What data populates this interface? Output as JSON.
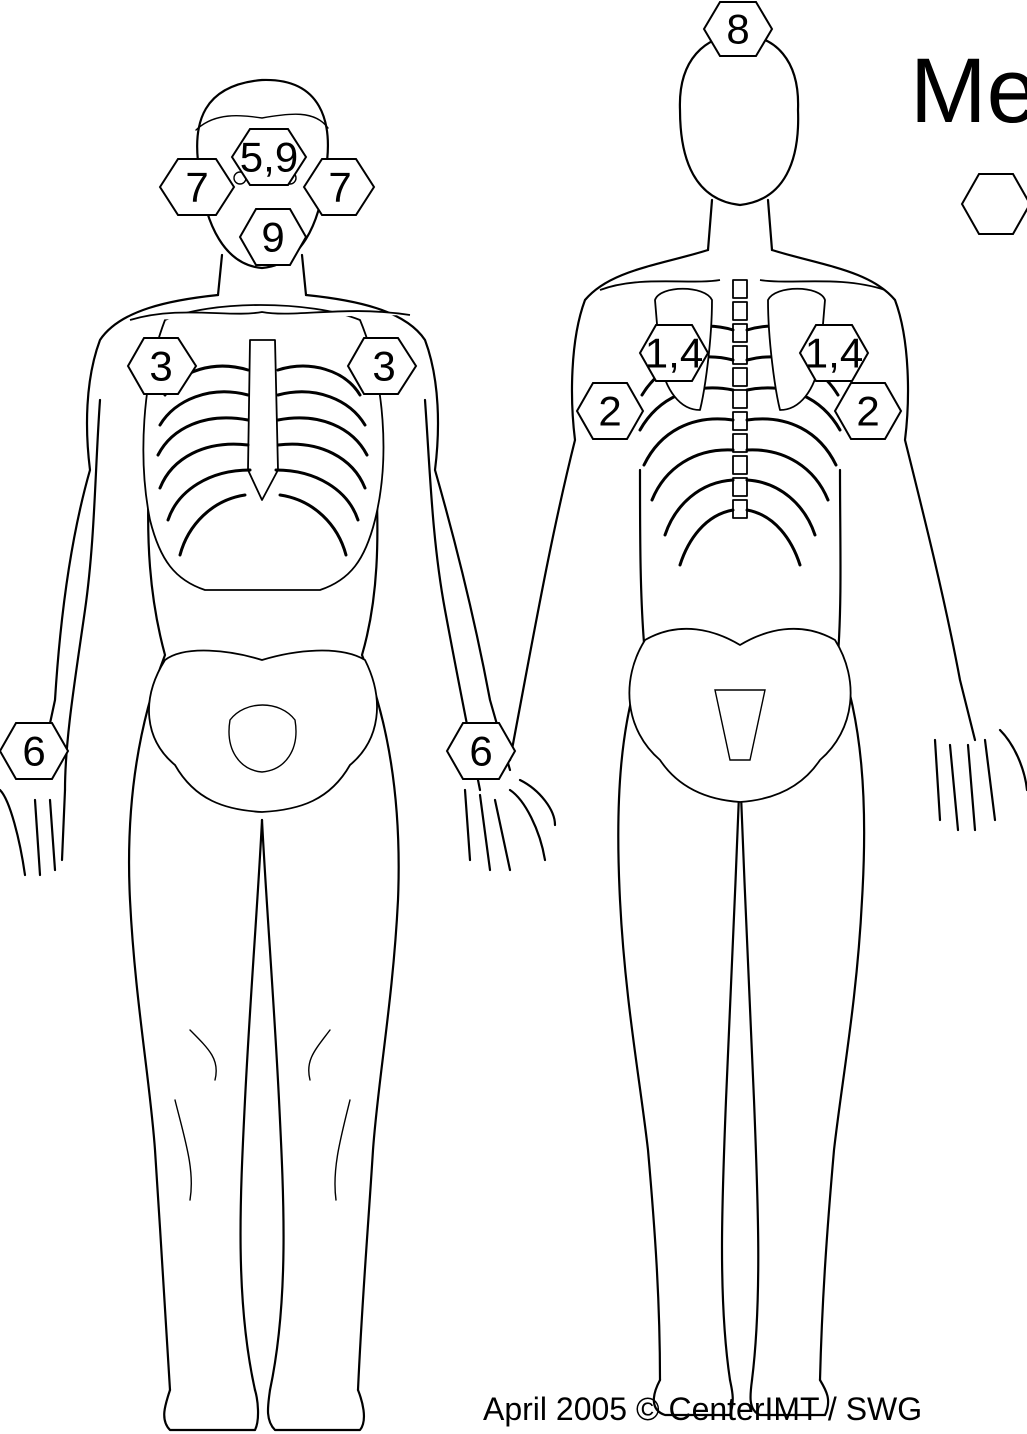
{
  "title": "Me",
  "footer": "April 2005 © CenterIMT / SWG",
  "legend_marker_label": "",
  "markers": [
    {
      "id": "front-head-left-7",
      "label": "7"
    },
    {
      "id": "front-eyes-5-9",
      "label": "5,9"
    },
    {
      "id": "front-head-right-7",
      "label": "7"
    },
    {
      "id": "front-mouth-9",
      "label": "9"
    },
    {
      "id": "front-shoulder-left-3",
      "label": "3"
    },
    {
      "id": "front-shoulder-right-3",
      "label": "3"
    },
    {
      "id": "front-wrist-left-6",
      "label": "6"
    },
    {
      "id": "front-wrist-right-6",
      "label": "6"
    },
    {
      "id": "back-head-8",
      "label": "8"
    },
    {
      "id": "back-scapula-left-1-4",
      "label": "1,4"
    },
    {
      "id": "back-scapula-right-1-4",
      "label": "1,4"
    },
    {
      "id": "back-side-left-2",
      "label": "2"
    },
    {
      "id": "back-side-right-2",
      "label": "2"
    }
  ]
}
